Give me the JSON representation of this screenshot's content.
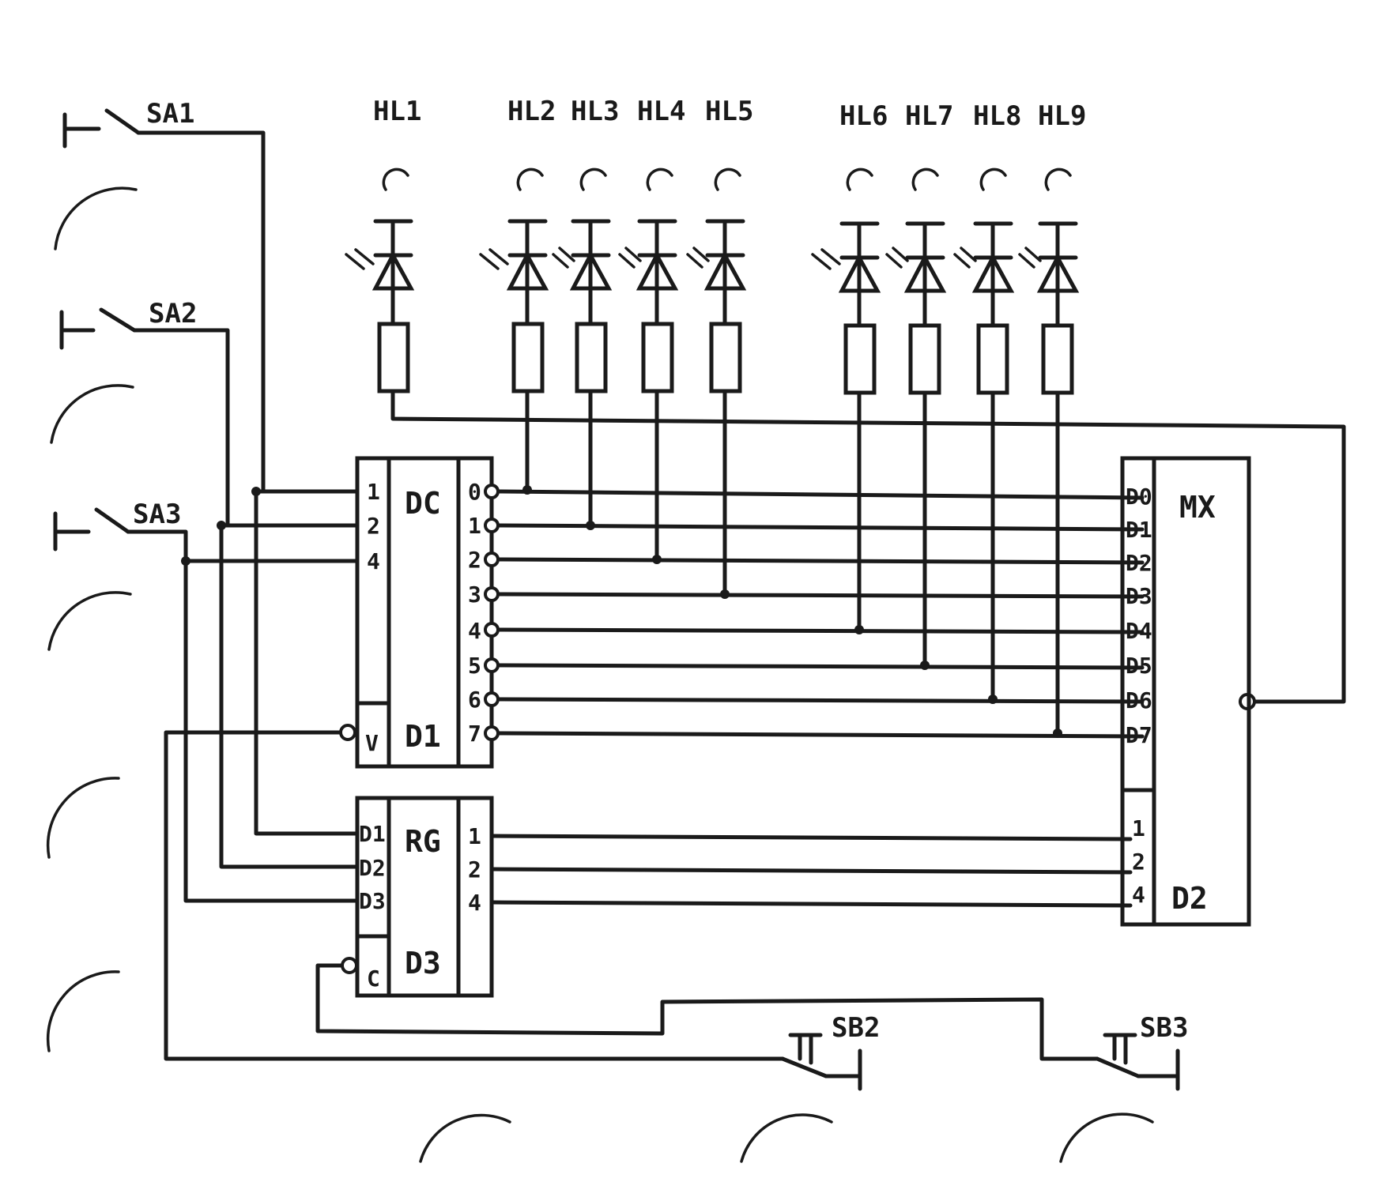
{
  "switches": [
    "SA1",
    "SA2",
    "SA3"
  ],
  "buttons": [
    "SB2",
    "SB3"
  ],
  "leds": [
    "HL1",
    "HL2",
    "HL3",
    "HL4",
    "HL5",
    "HL6",
    "HL7",
    "HL8",
    "HL9"
  ],
  "dc": {
    "func": "DC",
    "name": "D1",
    "inputs": [
      "1",
      "2",
      "4"
    ],
    "enable": "V",
    "outputs": [
      "0",
      "1",
      "2",
      "3",
      "4",
      "5",
      "6",
      "7"
    ]
  },
  "rg": {
    "func": "RG",
    "name": "D3",
    "inputs": [
      "D1",
      "D2",
      "D3"
    ],
    "clock": "C",
    "outputs": [
      "1",
      "2",
      "4"
    ]
  },
  "mx": {
    "func": "MX",
    "name": "D2",
    "data_inputs": [
      "D0",
      "D1",
      "D2",
      "D3",
      "D4",
      "D5",
      "D6",
      "D7"
    ],
    "select_inputs": [
      "1",
      "2",
      "4"
    ]
  }
}
